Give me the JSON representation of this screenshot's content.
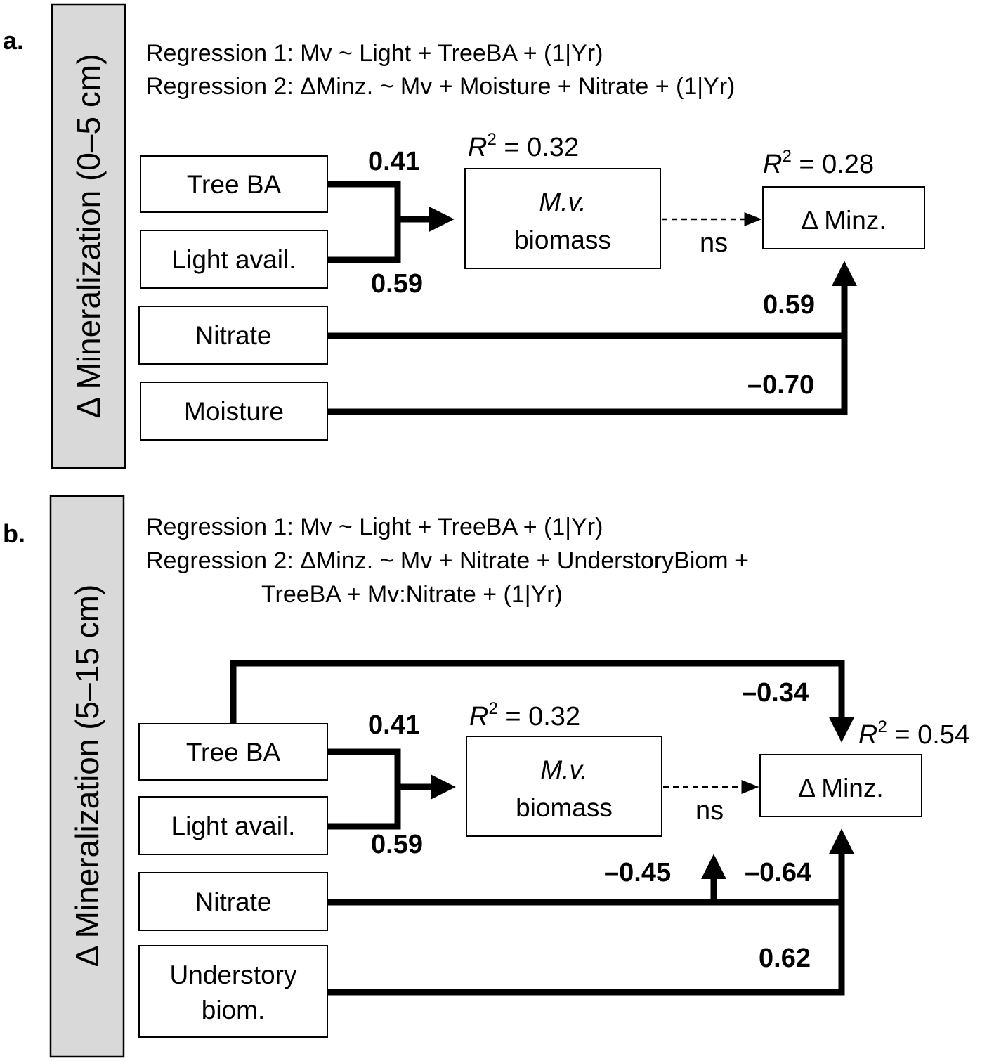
{
  "panel_a": {
    "letter": "a.",
    "side_title": "Δ Mineralization (0–5 cm)",
    "regression1": "Regression 1: Mv ~ Light + TreeBA + (1|Yr)",
    "regression2": "Regression 2: ΔMinz. ~ Mv + Moisture + Nitrate + (1|Yr)",
    "nodes": {
      "tree_ba": "Tree BA",
      "light": "Light avail.",
      "nitrate": "Nitrate",
      "moisture": "Moisture",
      "mv_line1": "M.v.",
      "mv_line2": "biomass",
      "minz": "Δ  Minz."
    },
    "r2_mv": {
      "symbol": "R",
      "sup": "2",
      "value": " = 0.32"
    },
    "r2_minz": {
      "symbol": "R",
      "sup": "2",
      "value": " = 0.28"
    },
    "coefficients": {
      "tree_ba_to_mv": "0.41",
      "light_to_mv": "0.59",
      "mv_to_minz": "ns",
      "nitrate_to_minz": "0.59",
      "moisture_to_minz": "–0.70"
    }
  },
  "panel_b": {
    "letter": "b.",
    "side_title": "Δ Mineralization (5–15 cm)",
    "regression1": "Regression 1: Mv ~ Light + TreeBA + (1|Yr)",
    "regression2": "Regression 2: ΔMinz. ~ Mv + Nitrate + UnderstoryBiom +",
    "regression2_cont": "TreeBA + Mv:Nitrate + (1|Yr)",
    "nodes": {
      "tree_ba": "Tree BA",
      "light": "Light avail.",
      "nitrate": "Nitrate",
      "understory_line1": "Understory",
      "understory_line2": "biom.",
      "mv_line1": "M.v.",
      "mv_line2": "biomass",
      "minz": "Δ  Minz."
    },
    "r2_mv": {
      "symbol": "R",
      "sup": "2",
      "value": " = 0.32"
    },
    "r2_minz": {
      "symbol": "R",
      "sup": "2",
      "value": " = 0.54"
    },
    "coefficients": {
      "tree_ba_to_minz": "–0.34",
      "tree_ba_to_mv": "0.41",
      "light_to_mv": "0.59",
      "mv_to_minz": "ns",
      "nitrate_interaction": "–0.45",
      "nitrate_to_minz": "–0.64",
      "understory_to_minz": "0.62"
    }
  }
}
